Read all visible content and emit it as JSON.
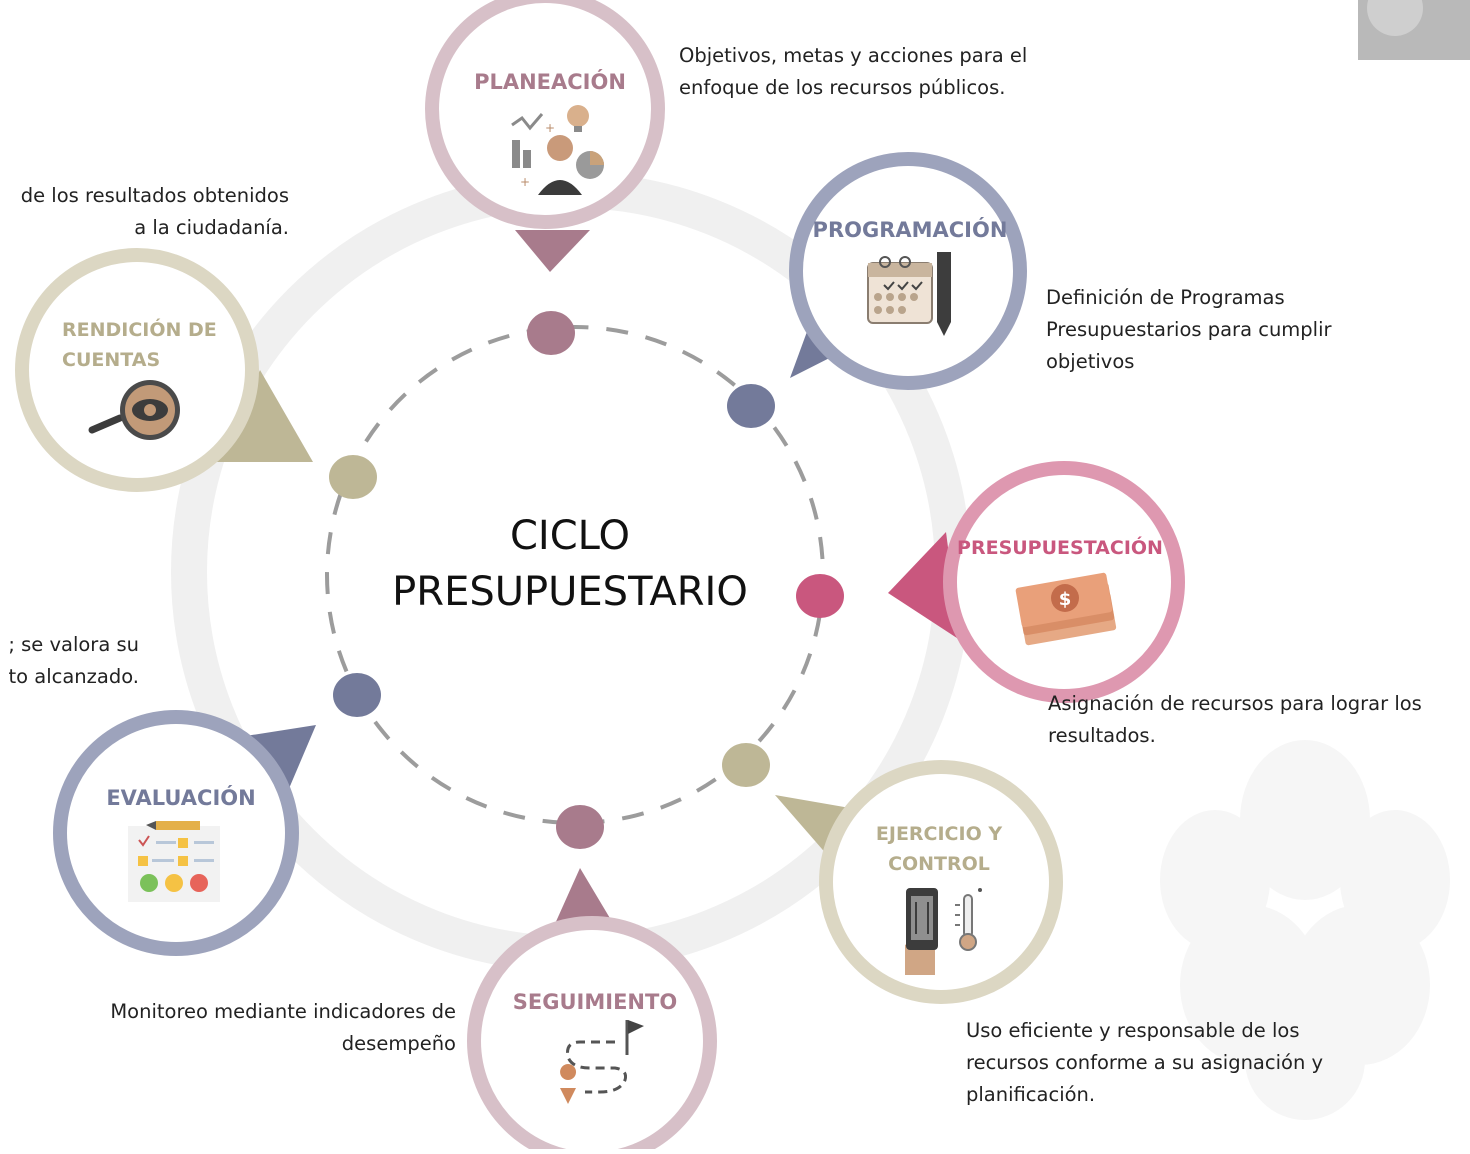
{
  "diagram": {
    "center_title": "CICLO\nPRESUPUESTARIO",
    "colors": {
      "ring": "#f0f0f0",
      "dashes": "#9c9c9c",
      "mauve": "#a87b8c",
      "slate": "#737a9a",
      "pink": "#c9577e",
      "khaki": "#beb796",
      "mauve_border": "#d7c0c8",
      "slate_border": "#9da3bc",
      "pink_border": "#de98b0",
      "khaki_border": "#dcd7c3"
    },
    "stages": [
      {
        "id": "planeacion",
        "label": "PLANEACIÓN",
        "description": "Objetivos, metas y acciones para el\nenfoque de los recursos públicos.",
        "icon": "planning-icon",
        "color": "mauve"
      },
      {
        "id": "programacion",
        "label": "PROGRAMACIÓN",
        "description": "Definición de Programas\nPresupuestarios para cumplir\nobjetivos",
        "icon": "calendar-pencil-icon",
        "color": "slate"
      },
      {
        "id": "presupuestacion",
        "label": "PRESUPUESTACIÓN",
        "description": "Asignación de recursos para lograr los\nresultados.",
        "icon": "money-icon",
        "color": "pink"
      },
      {
        "id": "ejercicio",
        "label_lines": [
          "EJERCICIO Y",
          "CONTROL"
        ],
        "description": "Uso eficiente y responsable de los\nrecursos conforme a su asignación y\nplanificación.",
        "icon": "phone-thermometer-icon",
        "color": "khaki"
      },
      {
        "id": "seguimiento",
        "label": "SEGUIMIENTO",
        "description": "Monitoreo mediante indicadores de\ndesempeño",
        "icon": "route-flag-icon",
        "color": "mauve"
      },
      {
        "id": "evaluacion",
        "label": "EVALUACIÓN",
        "description": "; se valora su\nto alcanzado.",
        "icon": "survey-faces-icon",
        "color": "slate"
      },
      {
        "id": "rendicion",
        "label_lines": [
          "RENDICIÓN DE",
          "CUENTAS"
        ],
        "description": "de los resultados obtenidos\na la ciudadanía.",
        "icon": "magnifier-eye-icon",
        "color": "khaki"
      }
    ]
  }
}
